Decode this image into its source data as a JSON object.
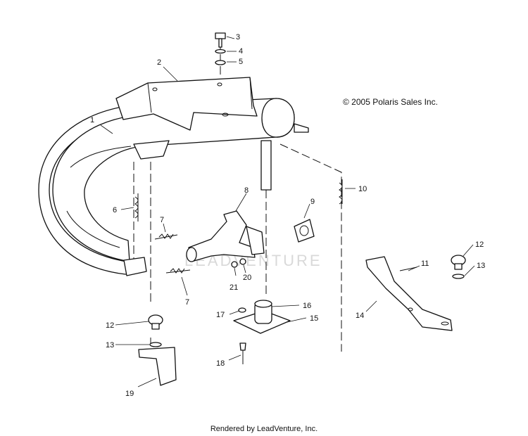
{
  "copyright": "© 2005 Polaris Sales Inc.",
  "footer": "Rendered by LeadVenture, Inc.",
  "watermark": "LEADVENTURE",
  "callouts": {
    "c1": "1",
    "c2": "2",
    "c3": "3",
    "c4": "4",
    "c5": "5",
    "c6": "6",
    "c7a": "7",
    "c7b": "7",
    "c8": "8",
    "c9": "9",
    "c10": "10",
    "c11": "11",
    "c12a": "12",
    "c12b": "12",
    "c13a": "13",
    "c13b": "13",
    "c14": "14",
    "c15": "15",
    "c16": "16",
    "c17": "17",
    "c18": "18",
    "c19": "19",
    "c20": "20",
    "c21": "21"
  }
}
